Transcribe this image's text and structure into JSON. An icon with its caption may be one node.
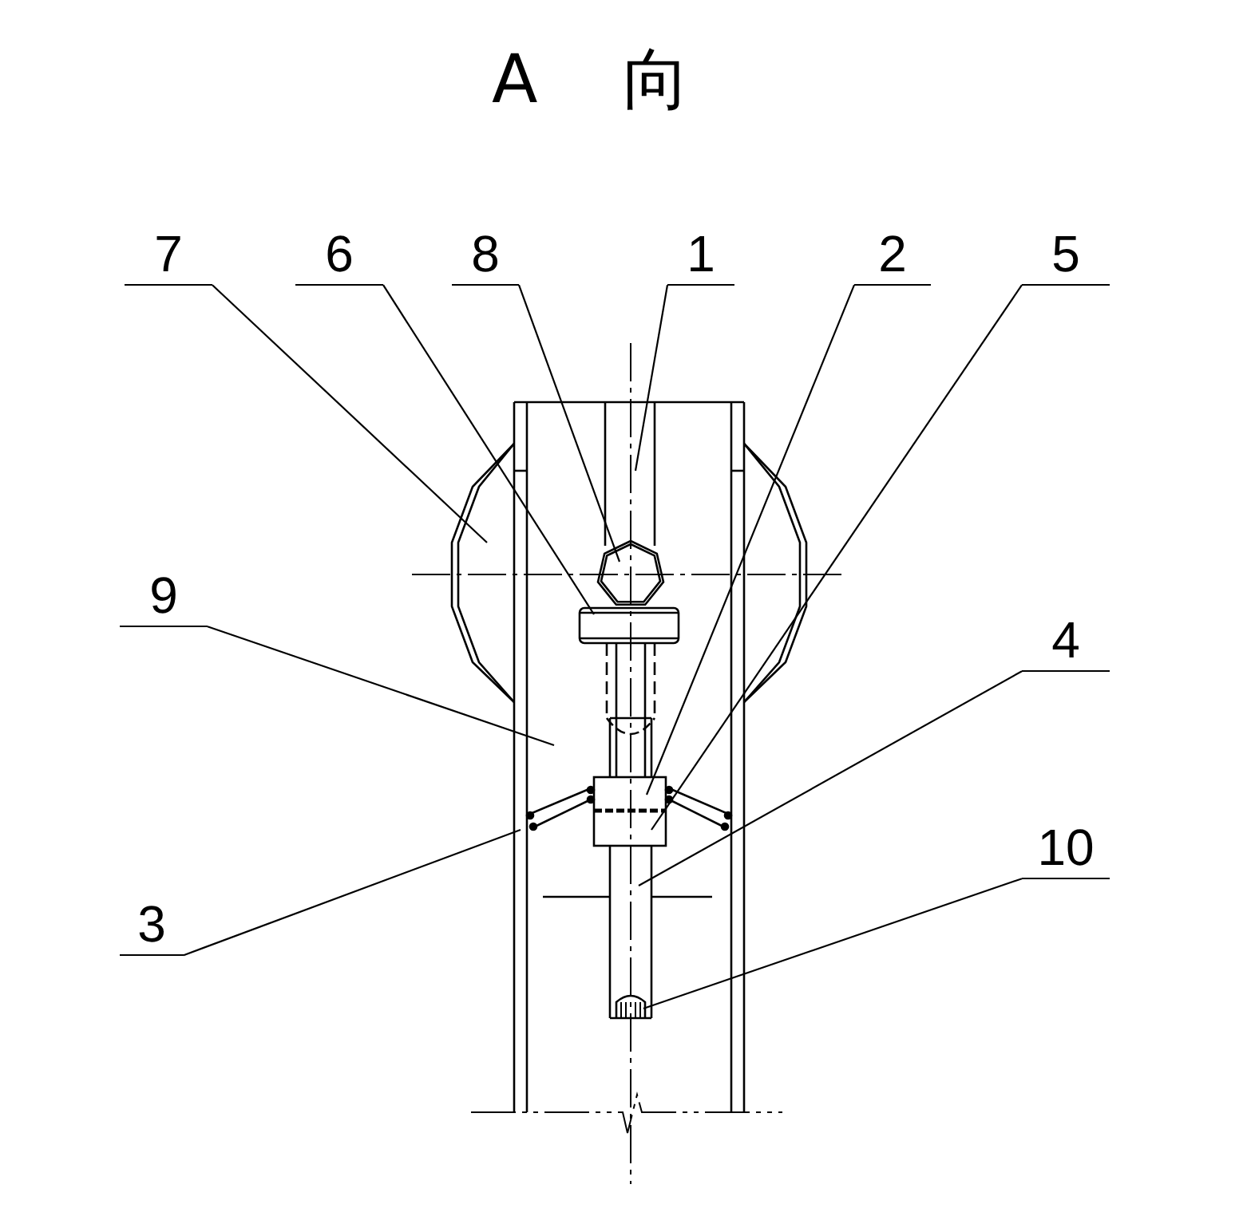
{
  "diagram": {
    "title": "A 向",
    "nodes": [
      {
        "text": [
          "7"
        ]
      },
      {
        "text": [
          "6"
        ]
      },
      {
        "text": [
          "8"
        ]
      },
      {
        "text": [
          "1"
        ]
      },
      {
        "text": [
          "2"
        ]
      },
      {
        "text": [
          "5"
        ]
      },
      {
        "text": [
          "9"
        ]
      },
      {
        "text": [
          "4"
        ]
      },
      {
        "text": [
          "3"
        ]
      },
      {
        "text": [
          "10"
        ]
      }
    ],
    "edges": [
      {
        "from": 0,
        "to": null,
        "arrow": "none"
      },
      {
        "from": 1,
        "to": null,
        "arrow": "none"
      },
      {
        "from": 2,
        "to": null,
        "arrow": "none"
      },
      {
        "from": 3,
        "to": null,
        "arrow": "none"
      },
      {
        "from": 4,
        "to": null,
        "arrow": "none"
      },
      {
        "from": 5,
        "to": null,
        "arrow": "none"
      },
      {
        "from": 6,
        "to": null,
        "arrow": "none"
      },
      {
        "from": 7,
        "to": null,
        "arrow": "none"
      },
      {
        "from": 8,
        "to": null,
        "arrow": "none"
      },
      {
        "from": 9,
        "to": null,
        "arrow": "none"
      }
    ]
  }
}
